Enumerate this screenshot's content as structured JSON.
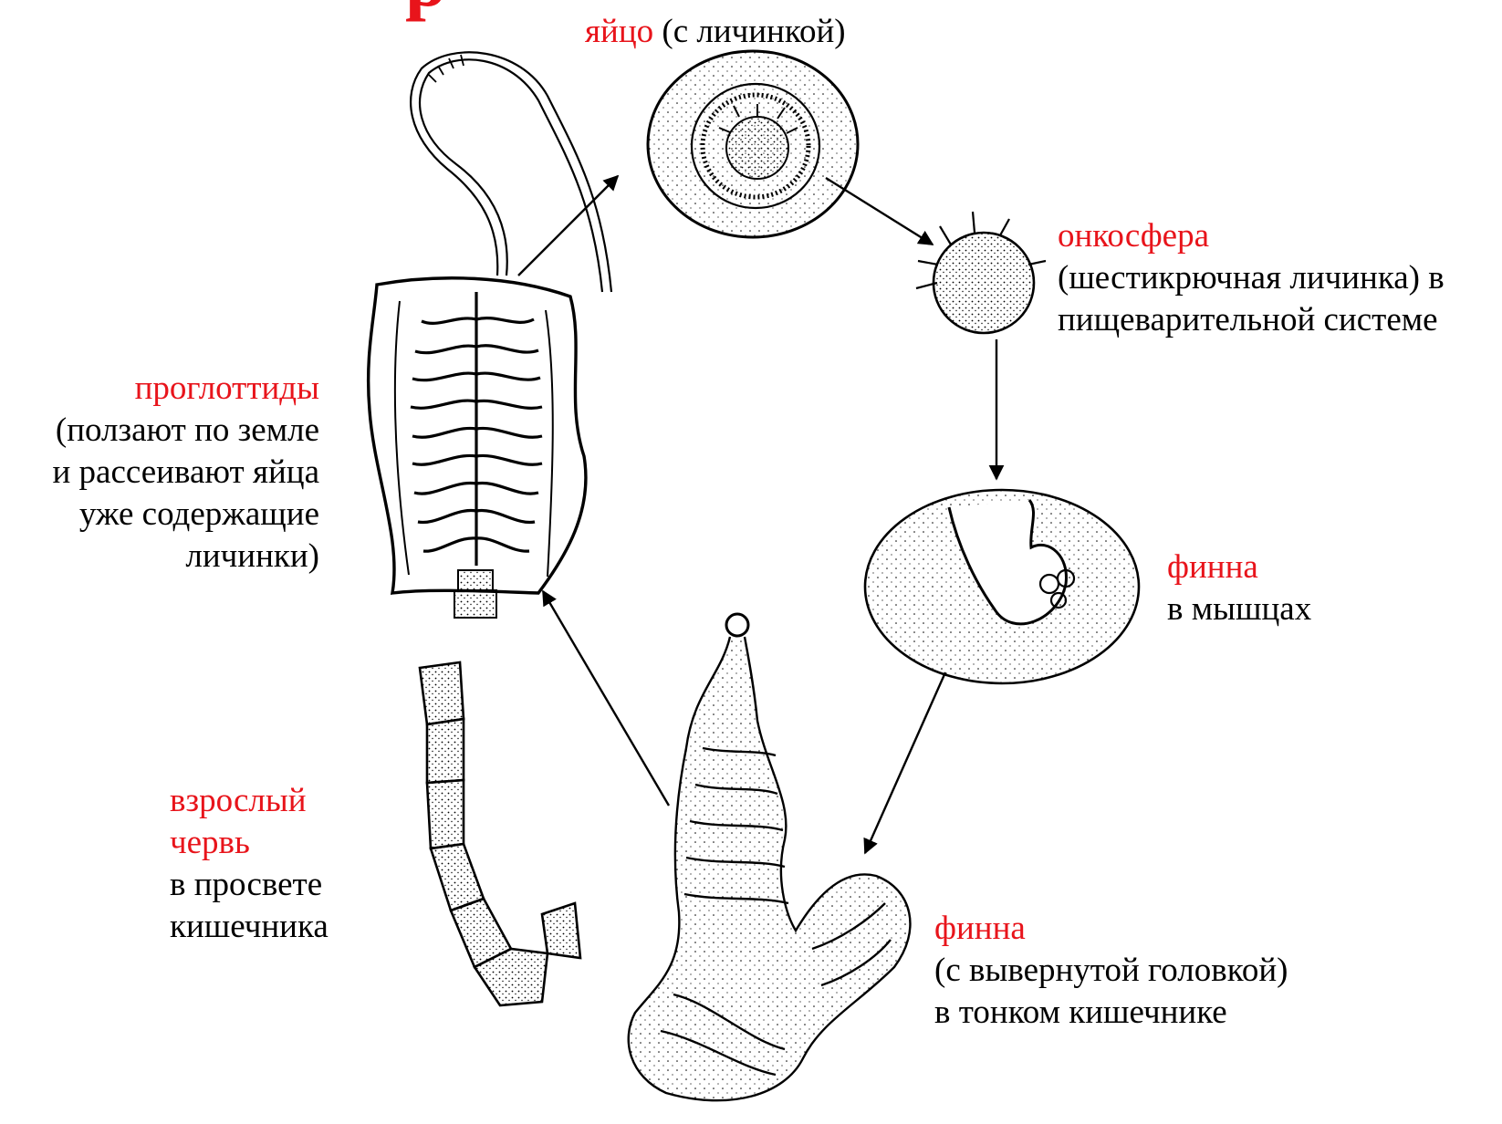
{
  "title_fragment": "р",
  "colors": {
    "accent": "#e8141b",
    "ink": "#000000"
  },
  "labels": {
    "egg": {
      "name": "яйцо",
      "note": " (с личинкой)"
    },
    "oncosphere": {
      "name": "онкосфера",
      "line1": "(шестикрючная личинка) в",
      "line2": "пищеварительной системе"
    },
    "proglottids": {
      "name": "проглоттиды",
      "line1": "(ползают по земле",
      "line2": "и рассеивают яйца",
      "line3": "уже содержащие",
      "line4": "личинки)"
    },
    "cysticercus_muscle": {
      "name": "финна",
      "line1": "в мышцах"
    },
    "cysticercus_gut": {
      "name": "финна",
      "line1": "(с вывернутой головкой)",
      "line2": "в тонком  кишечнике"
    },
    "adult": {
      "name1": "взрослый",
      "name2": "червь",
      "line1": "в просвете",
      "line2": "кишечника"
    }
  },
  "illustrations": [
    "egg-with-larva",
    "oncosphere-larva",
    "cysticercus-in-muscle",
    "cysticercus-everted-head",
    "adult-worm-segments",
    "gravid-proglottid"
  ],
  "cycle_arrows": [
    "proglottid-to-egg",
    "egg-to-oncosphere",
    "oncosphere-to-muscle-cyst",
    "muscle-cyst-to-everted",
    "everted-to-proglottid"
  ]
}
